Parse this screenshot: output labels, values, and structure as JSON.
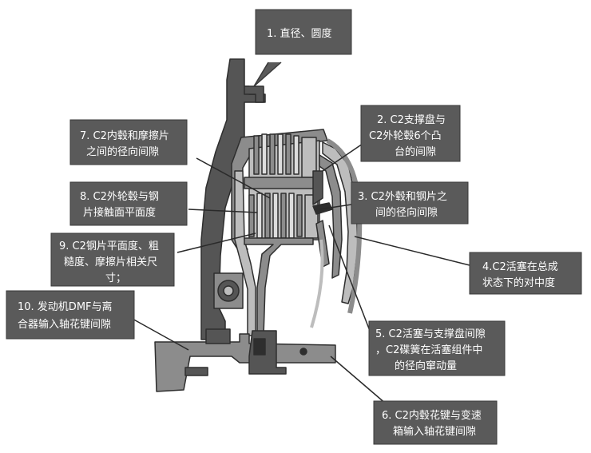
{
  "callouts": [
    {
      "id": 1,
      "lines": [
        "1. 直径、圆度"
      ]
    },
    {
      "id": 2,
      "lines": [
        "2. C2支撑盘与",
        "C2外轮毂6个凸",
        "台的间隙"
      ]
    },
    {
      "id": 3,
      "lines": [
        "3. C2外毂和钢片之",
        "间的径向间隙"
      ]
    },
    {
      "id": 4,
      "lines": [
        "4.C2活塞在总成",
        "状态下的对中度"
      ]
    },
    {
      "id": 5,
      "lines": [
        "5. C2活塞与支撑盘间隙",
        "，C2碟簧在活塞组件中",
        "的径向窜动量"
      ]
    },
    {
      "id": 6,
      "lines": [
        "6. C2内毂花键与变速",
        "箱输入轴花键间隙"
      ]
    },
    {
      "id": 7,
      "lines": [
        "7. C2内毂和摩擦片",
        "之间的径向间隙"
      ]
    },
    {
      "id": 8,
      "lines": [
        "8. C2外轮毂与钢",
        "片接触面平面度"
      ]
    },
    {
      "id": 9,
      "lines": [
        "9. C2钢片平面度、粗",
        "糙度、摩擦片相关尺",
        "寸；"
      ]
    },
    {
      "id": 10,
      "lines": [
        "10. 发动机DMF与离",
        "合器输入轴花键间隙"
      ]
    }
  ],
  "colors": {
    "callout_fill": "#5a5a5a",
    "callout_stroke": "#3a3a3a",
    "part_dark": "#555555",
    "part_mid": "#8c8c8c",
    "part_light": "#bdbdbd",
    "outline": "#2e2e2e"
  }
}
